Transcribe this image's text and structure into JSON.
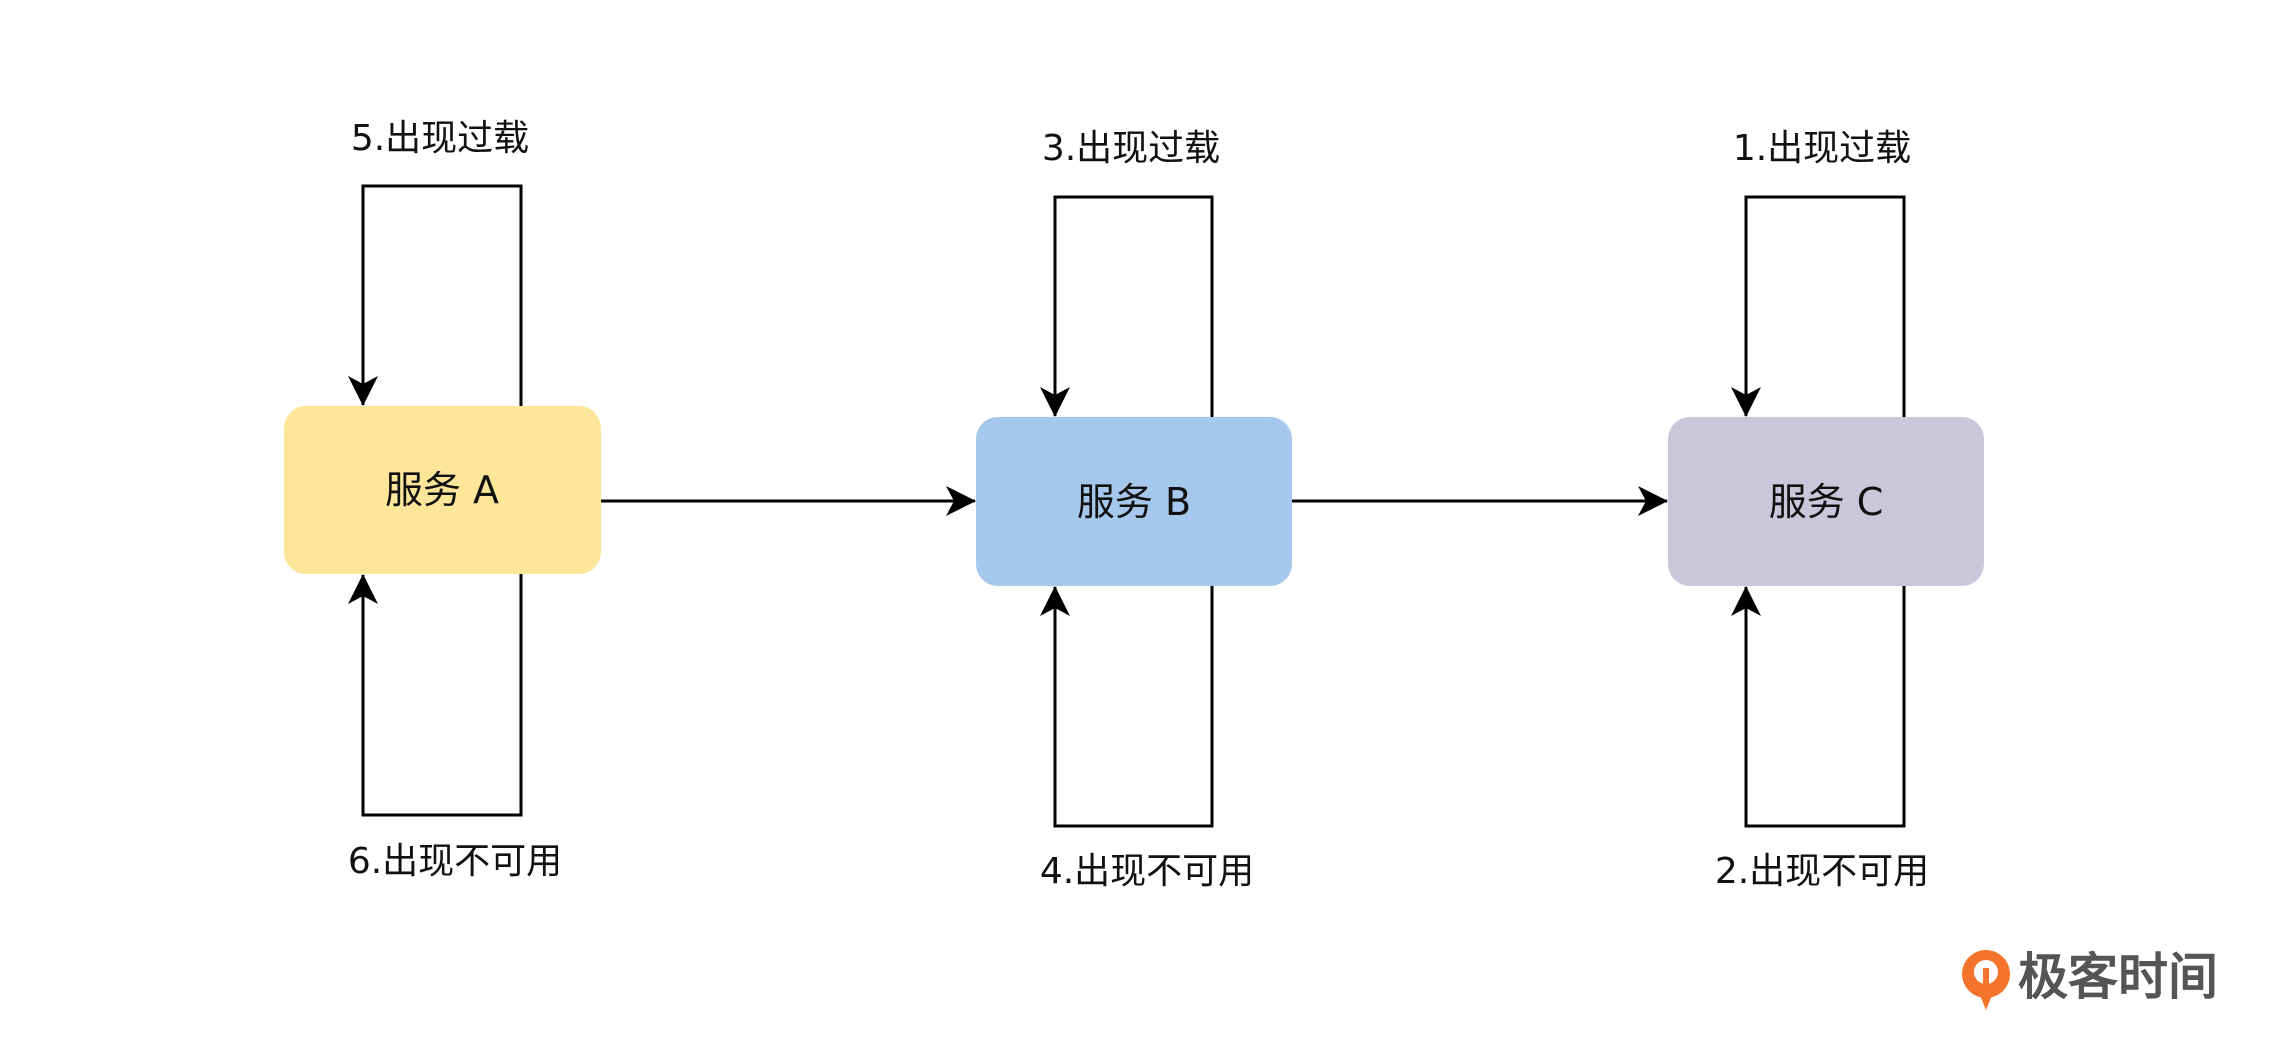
{
  "nodes": {
    "a": {
      "label": "服务 A",
      "color": "#FDE699"
    },
    "b": {
      "label": "服务 B",
      "color": "#A6C8EC"
    },
    "c": {
      "label": "服务 C",
      "color": "#C8C8DA"
    }
  },
  "loops": {
    "a_top": "5.出现过载",
    "a_bottom": "6.出现不可用",
    "b_top": "3.出现过载",
    "b_bottom": "4.出现不可用",
    "c_top": "1.出现过载",
    "c_bottom": "2.出现不可用"
  },
  "brand": {
    "name": "极客时间",
    "logo_color": "#F5742B",
    "icon": "geektime-logo-icon"
  },
  "colors": {
    "edge": "#000000",
    "text": "#111111"
  }
}
